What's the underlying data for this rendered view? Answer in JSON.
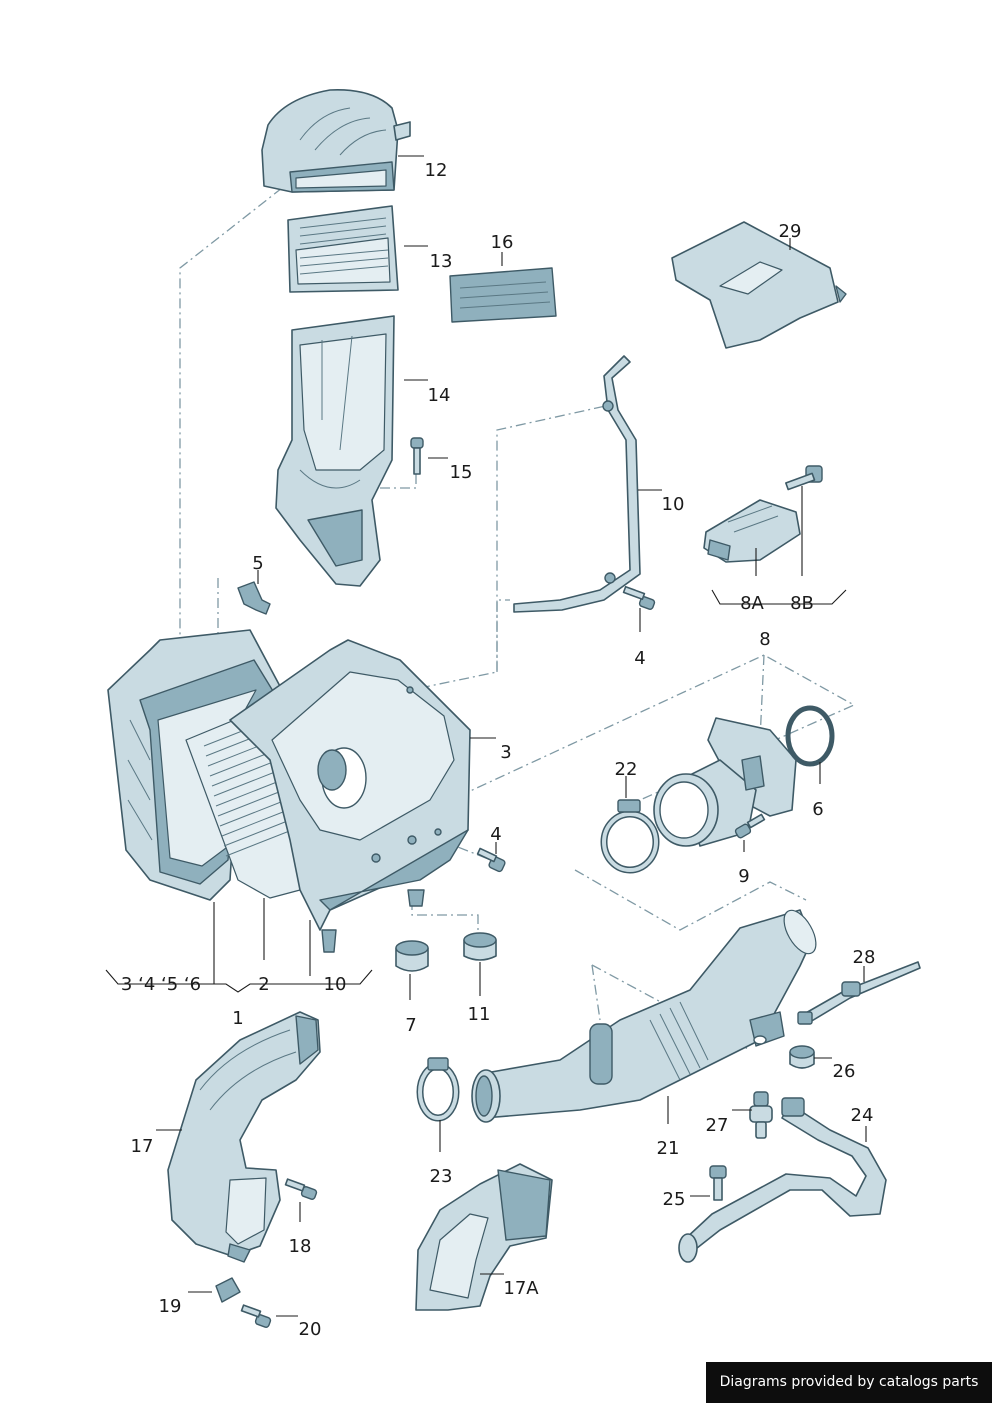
{
  "callouts": {
    "c12": "12",
    "c13": "13",
    "c16": "16",
    "c29": "29",
    "c14": "14",
    "c15": "15",
    "c10a": "10",
    "c5": "5",
    "c8a": "8A",
    "c8b": "8B",
    "c4a": "4",
    "c8": "8",
    "c3": "3",
    "c22": "22",
    "c6": "6",
    "c4b": "4",
    "c9": "9",
    "c28": "28",
    "c3456": "3 ‘4 ‘5 ‘6",
    "c2": "2",
    "c10b": "10",
    "c7": "7",
    "c11": "11",
    "c1": "1",
    "c26": "26",
    "c24": "24",
    "c17": "17",
    "c27": "27",
    "c21": "21",
    "c23": "23",
    "c25": "25",
    "c18": "18",
    "c17a": "17A",
    "c19": "19",
    "c20": "20"
  },
  "credit": "Diagrams provided by catalogs parts",
  "colors": {
    "part_fill": "#c9dbe2",
    "part_stroke": "#3e5a66",
    "dash_line": "#7f99a4",
    "credit_bg": "#0d0d0d"
  }
}
